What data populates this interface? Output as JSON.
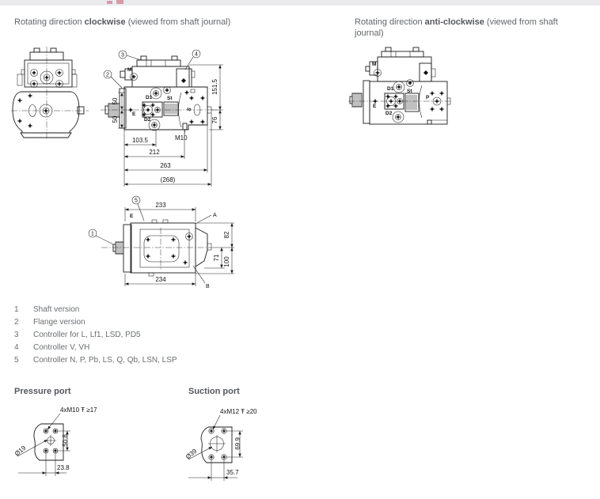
{
  "headers": {
    "left": {
      "prefix": "Rotating direction ",
      "bold": "clockwise",
      "suffix": " (viewed from shaft journal)"
    },
    "right": {
      "prefix": "Rotating direction ",
      "bold": "anti-clockwise",
      "suffix": " (viewed from shaft journal)"
    }
  },
  "legend": [
    {
      "num": "1",
      "label": "Shaft version"
    },
    {
      "num": "2",
      "label": "Flange version"
    },
    {
      "num": "3",
      "label": "Controller for L, Lf1, LSD, PD5"
    },
    {
      "num": "4",
      "label": "Controller V, VH"
    },
    {
      "num": "5",
      "label": "Controller N, P, Pb, LS, Q, Qb, LSN, LSP"
    }
  ],
  "side_view_cw": {
    "callout_2": "2",
    "callout_3": "3",
    "callout_4": "4",
    "dim_height_upper": "151.5",
    "dim_height_lower": "76",
    "dim_50_upper": "50",
    "dim_50_lower": "50",
    "dim_103": "103.5",
    "dim_212": "212",
    "dim_263": "263",
    "dim_268": "(268)",
    "label_m10": "M10",
    "label_m": "M",
    "label_d1": "D1",
    "label_st": "St",
    "label_d2": "D2",
    "label_e": "E",
    "label_s": "S"
  },
  "top_view": {
    "callout_1": "1",
    "callout_5": "5",
    "dim_233": "233",
    "dim_234": "234",
    "dim_82": "82",
    "dim_71": "71",
    "dim_100": "100",
    "label_e": "E",
    "label_a": "A",
    "label_b": "B"
  },
  "side_view_ccw": {
    "label_m": "M",
    "label_d1": "D1",
    "label_st": "St",
    "label_d2": "D2",
    "label_e": "E",
    "label_p": "P"
  },
  "ports": {
    "pressure": {
      "title": "Pressure port",
      "thread_note": "4xM10 Ŧ ≥17",
      "diameter": "Ø19",
      "dim_vertical": "50.8",
      "dim_horizontal": "23.8"
    },
    "suction": {
      "title": "Suction port",
      "thread_note": "4xM12 Ŧ ≥20",
      "diameter": "Ø39",
      "dim_vertical": "69.9",
      "dim_horizontal": "35.7"
    }
  }
}
